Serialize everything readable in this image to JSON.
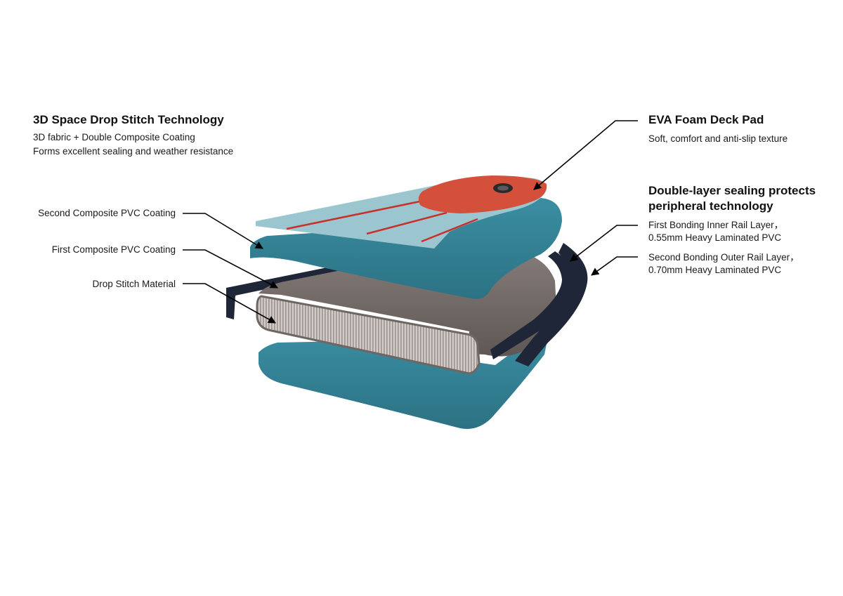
{
  "left_heading": {
    "title": "3D Space Drop Stitch Technology",
    "line1": "3D fabric + Double Composite Coating",
    "line2": "Forms excellent sealing and weather resistance"
  },
  "right_heading_top": {
    "title": "EVA Foam Deck Pad",
    "line1": "Soft, comfort and anti-slip texture"
  },
  "right_heading_bottom": {
    "title_line1": "Double-layer sealing protects",
    "title_line2": "peripheral technology"
  },
  "callouts": {
    "second_pvc": "Second Composite PVC Coating",
    "first_pvc": "First Composite PVC Coating",
    "drop_stitch": "Drop Stitch Material",
    "inner_rail_line1": "First Bonding Inner Rail Layer，",
    "inner_rail_line2": "0.55mm Heavy Laminated PVC",
    "outer_rail_line1": "Second Bonding Outer Rail Layer，",
    "outer_rail_line2": "0.70mm Heavy Laminated PVC"
  },
  "colors": {
    "teal_layer": "#2f7f92",
    "deck_top": "#9cc6cf",
    "eva_pad": "#d4503a",
    "stripe": "#c8302c",
    "core": "#6e6663",
    "rail": "#1f2638"
  }
}
